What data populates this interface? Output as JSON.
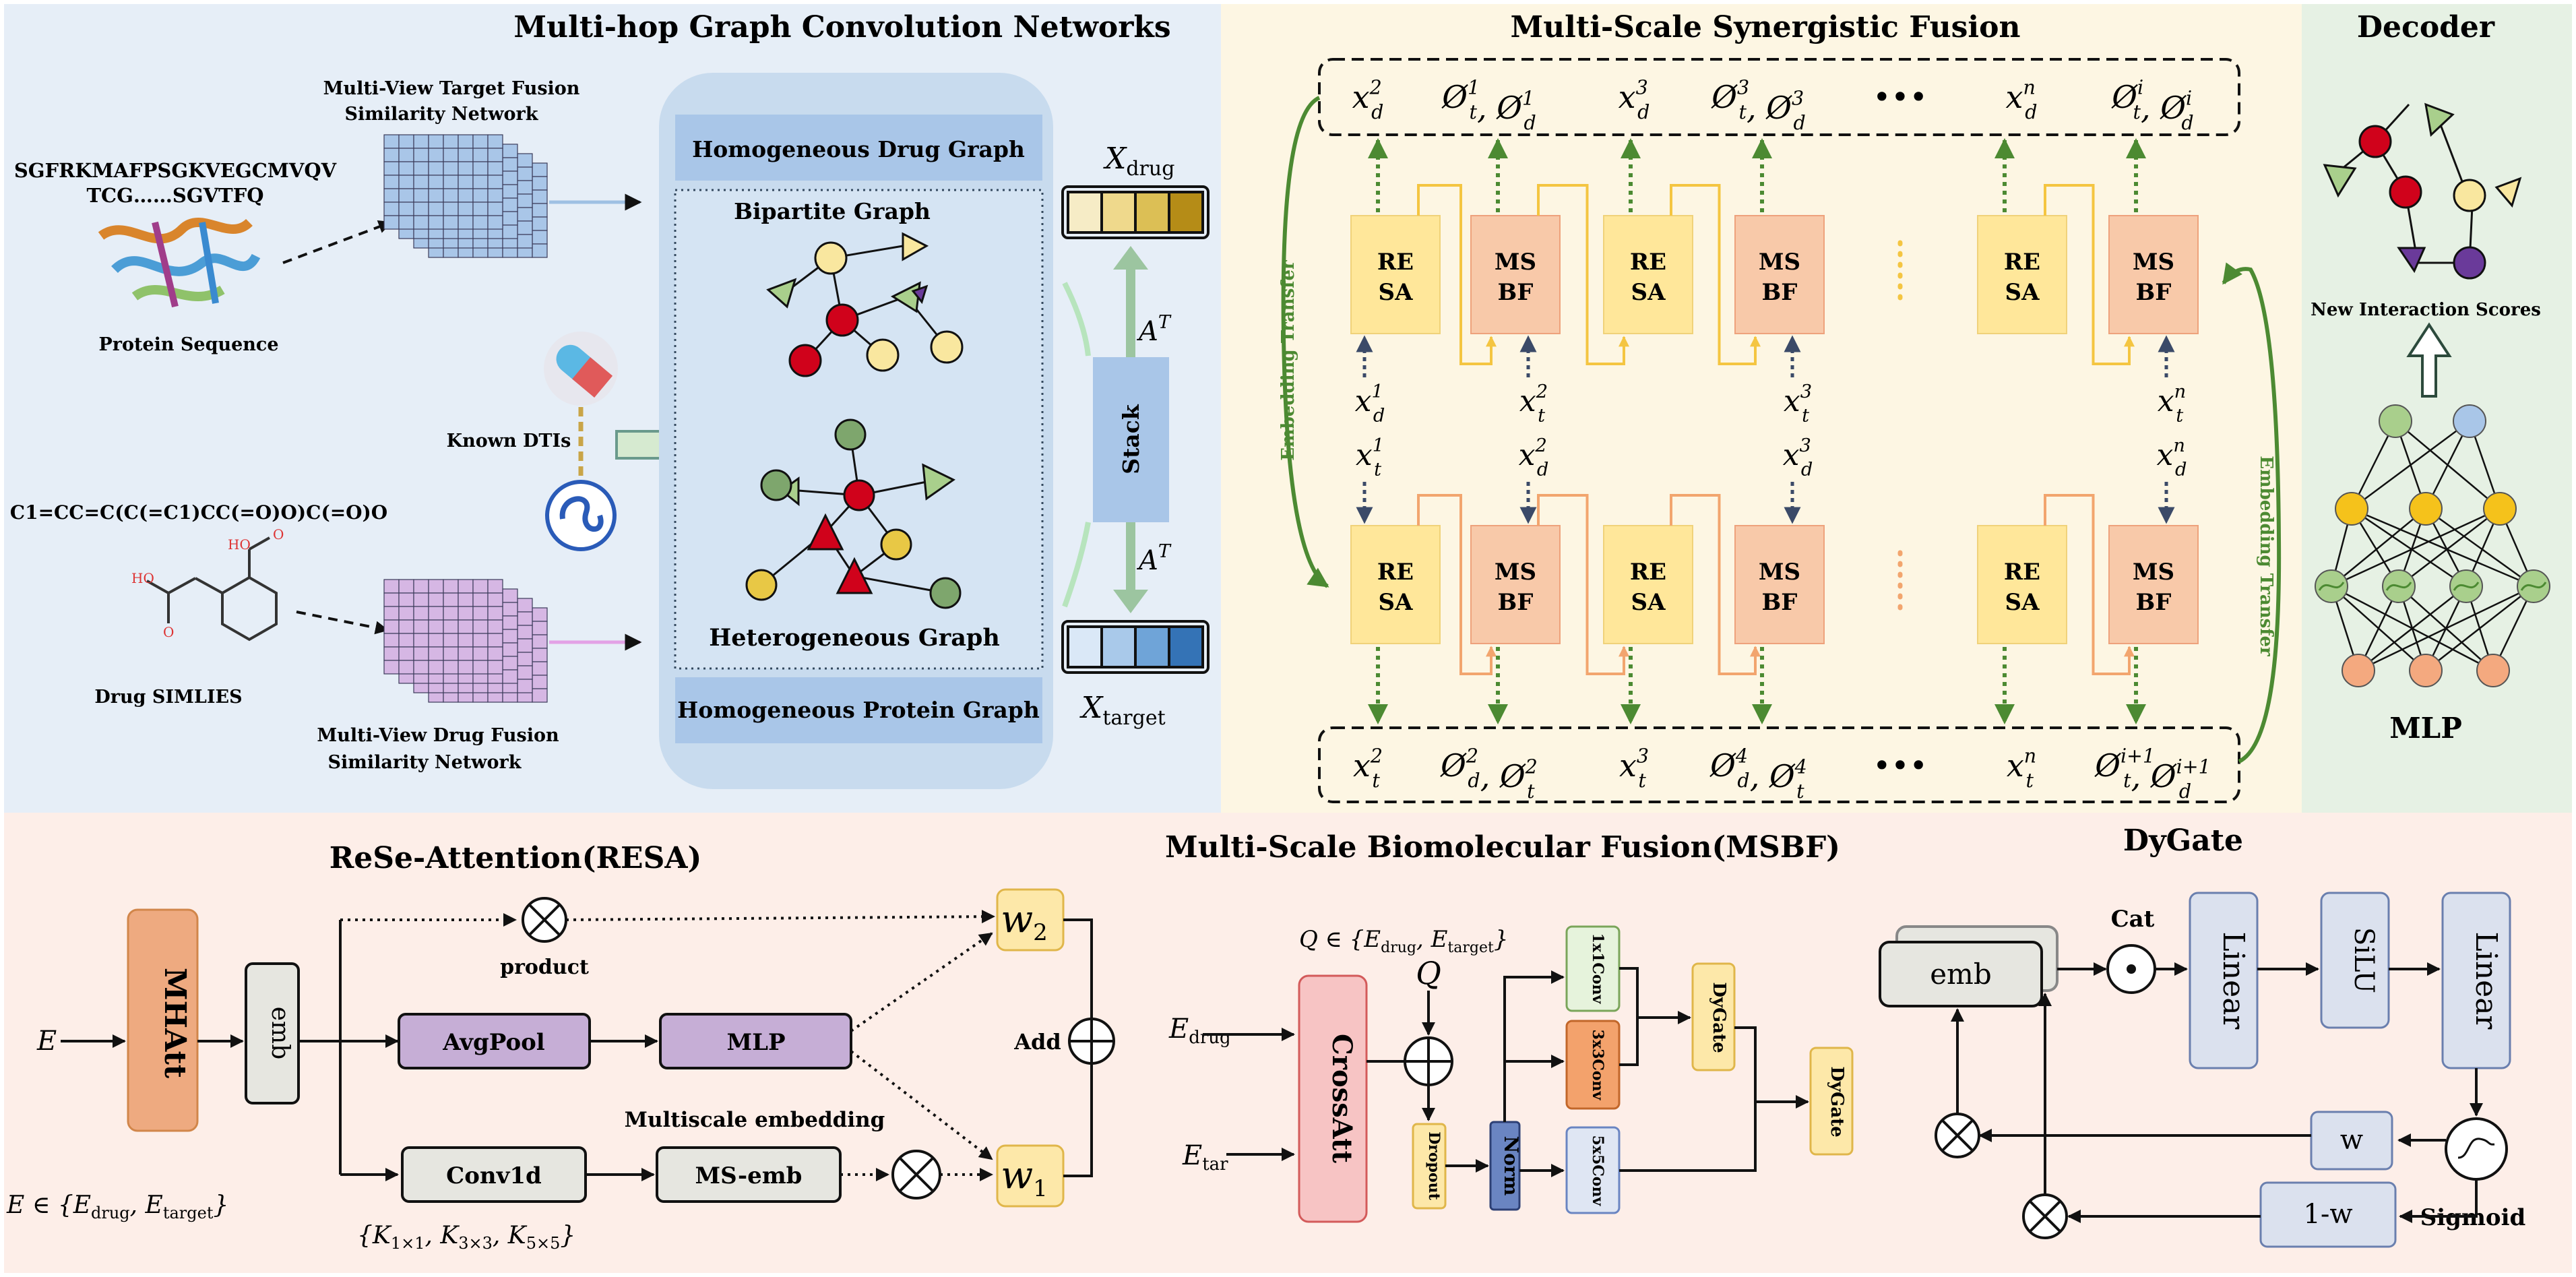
{
  "gcn": {
    "title": "Multi-hop Graph Convolution Networks",
    "protein_seq": [
      "SGFRKMAFPSGKVEGCMVQV",
      "TCG……SGVTFQ"
    ],
    "protein_label": "Protein Sequence",
    "target_net": [
      "Multi-View Target Fusion",
      "Similarity Network"
    ],
    "smiles": "C1=CC=C(C(=C1)CC(=O)O)C(=O)O",
    "drug_label": "Drug SIMLIES",
    "drug_net": [
      "Multi-View Drug Fusion",
      "Similarity Network"
    ],
    "known_dtis": "Known DTIs",
    "homo_drug": "Homogeneous Drug Graph",
    "bipartite": "Bipartite Graph",
    "hetero": "Heterogeneous Graph",
    "homo_protein": "Homogeneous Protein Graph",
    "stack": "Stack",
    "x_drug": "X",
    "x_drug_sub": "drug",
    "x_target": "X",
    "x_target_sub": "target",
    "at": "A",
    "at_sup": "T",
    "colors": {
      "drug_vec": [
        "#f6ecc6",
        "#efd98c",
        "#dcbf55",
        "#b58c17"
      ],
      "target_vec": [
        "#dae8f7",
        "#a9c9ea",
        "#6fa4d8",
        "#3473b6"
      ]
    }
  },
  "msf": {
    "title": "Multi-Scale Synergistic Fusion",
    "top_seq": [
      {
        "b": "x",
        "sub": "d",
        "sup": "2"
      },
      {
        "b": "Ø",
        "sub": "t",
        "sup": "1",
        "b2": "Ø",
        "sub2": "d",
        "sup2": "1"
      },
      {
        "b": "x",
        "sub": "d",
        "sup": "3"
      },
      {
        "b": "Ø",
        "sub": "t",
        "sup": "3",
        "b2": "Ø",
        "sub2": "d",
        "sup2": "3"
      },
      {
        "plain": "•••"
      },
      {
        "b": "x",
        "sub": "d",
        "sup": "n"
      },
      {
        "b": "Ø",
        "sub": "t",
        "sup": "i",
        "b2": "Ø",
        "sub2": "d",
        "sup2": "i"
      }
    ],
    "bottom_seq": [
      {
        "b": "x",
        "sub": "t",
        "sup": "2"
      },
      {
        "b": "Ø",
        "sub": "d",
        "sup": "2",
        "b2": "Ø",
        "sub2": "t",
        "sup2": "2"
      },
      {
        "b": "x",
        "sub": "t",
        "sup": "3"
      },
      {
        "b": "Ø",
        "sub": "d",
        "sup": "4",
        "b2": "Ø",
        "sub2": "t",
        "sup2": "4"
      },
      {
        "plain": "•••"
      },
      {
        "b": "x",
        "sub": "t",
        "sup": "n"
      },
      {
        "b": "Ø",
        "sub": "t",
        "sup": "i+1",
        "b2": "Ø",
        "sub2": "d",
        "sup2": "i+1"
      }
    ],
    "top_blocks": [
      [
        "RE",
        "SA"
      ],
      [
        "MS",
        "BF"
      ],
      [
        "RE",
        "SA"
      ],
      [
        "MS",
        "BF"
      ],
      [
        "RE",
        "SA"
      ],
      [
        "MS",
        "BF"
      ]
    ],
    "bottom_blocks": [
      [
        "RE",
        "SA"
      ],
      [
        "MS",
        "BF"
      ],
      [
        "RE",
        "SA"
      ],
      [
        "MS",
        "BF"
      ],
      [
        "RE",
        "SA"
      ],
      [
        "MS",
        "BF"
      ]
    ],
    "top_inputs": [
      {
        "b": "x",
        "sub": "d",
        "sup": "1"
      },
      {
        "b": "x",
        "sub": "t",
        "sup": "2"
      },
      {
        "b": "x",
        "sub": "t",
        "sup": "3"
      },
      {
        "b": "x",
        "sub": "t",
        "sup": "n"
      }
    ],
    "bottom_inputs": [
      {
        "b": "x",
        "sub": "t",
        "sup": "1"
      },
      {
        "b": "x",
        "sub": "d",
        "sup": "2"
      },
      {
        "b": "x",
        "sub": "d",
        "sup": "3"
      },
      {
        "b": "x",
        "sub": "d",
        "sup": "n"
      }
    ],
    "embedding_transfer": "Embedding Transfer",
    "colors": {
      "resa": "#ffe79a",
      "msbf": "#f8c9a9",
      "top_line": "#f4c541",
      "bottom_line": "#f2a56e"
    }
  },
  "decoder": {
    "title": "Decoder",
    "scores": "New Interaction Scores",
    "mlp": "MLP"
  },
  "resa": {
    "title": "ReSe-Attention(RESA)",
    "mhatt": "MHAtt",
    "emb": "emb",
    "avgpool": "AvgPool",
    "mlp": "MLP",
    "conv1d": "Conv1d",
    "msemb": "MS-emb",
    "product": "product",
    "multiscale": "Multiscale embedding",
    "add": "Add",
    "w2": "w",
    "w2_sub": "2",
    "w1": "w",
    "w1_sub": "1",
    "e": "E",
    "e_set": "E ∈ {E",
    "e_set_sub1": "drug",
    "e_set_mid": ", E",
    "e_set_sub2": "target",
    "e_set_end": "}",
    "kernels": "{K",
    "k1": "1×1",
    "k3": "3×3",
    "k5": "5×5"
  },
  "msbf": {
    "title": "Multi-Scale Biomolecular Fusion(MSBF)",
    "q_set": "Q ∈ {E",
    "q_sub1": "drug",
    "q_mid": ", E",
    "q_sub2": "target",
    "q_end": "}",
    "q": "Q",
    "crossatt": "CrossAtt",
    "e_drug": "E",
    "e_drug_sub": "drug",
    "e_tar": "E",
    "e_tar_sub": "tar",
    "dropout": "Dropout",
    "norm": "Norm",
    "conv1": "1x1Conv",
    "conv3": "3x3Conv",
    "conv5": "5x5Conv",
    "dygate": "DyGate"
  },
  "dygate": {
    "title": "DyGate",
    "emb": "emb",
    "cat": "Cat",
    "linear1": "Linear",
    "silu": "SiLU",
    "linear2": "Linear",
    "w": "w",
    "one_minus_w": "1-w",
    "sigmoid": "Sigmoid"
  }
}
